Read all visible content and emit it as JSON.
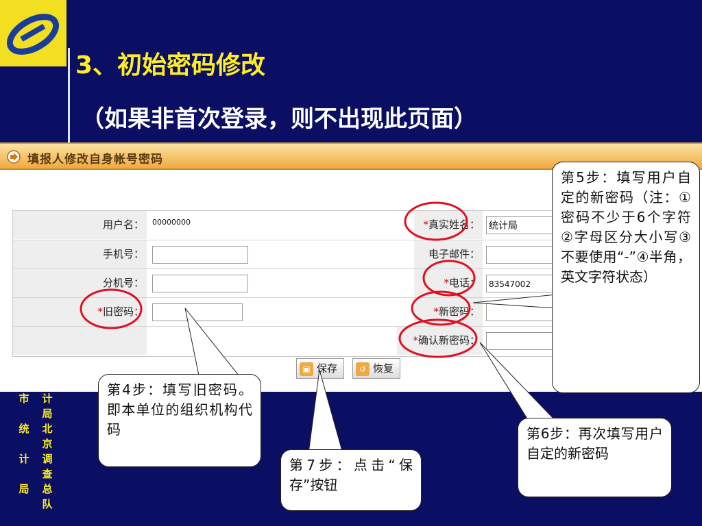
{
  "slide": {
    "title": "3、初始密码修改",
    "subtitle": "（如果非首次登录，则不出现此页面）",
    "side_text_col1": "计局北京调查总队",
    "side_text_col2": "市统计局"
  },
  "form": {
    "header_title": "填报人修改自身帐号密码",
    "labels": {
      "username": "用户名：",
      "mobile": "手机号：",
      "extension": "分机号：",
      "old_password": "旧密码：",
      "real_name": "真实姓名：",
      "email": "电子邮件：",
      "phone": "电话：",
      "new_password": "新密码：",
      "confirm_password": "确认新密码："
    },
    "required_mark": "*",
    "values": {
      "username": "00000000",
      "real_name": "统计局",
      "phone": "83547002"
    },
    "buttons": {
      "save": "保存",
      "restore": "恢复"
    }
  },
  "callouts": {
    "step5": "第5步：填写用户自定的新密码（注：①密码不少于6个字符②字母区分大小写③不要使用“-”④半角，英文字符状态）",
    "step4": "第4步：填写旧密码。即本单位的组织机构代码",
    "step7": "第7步：点击“保存”按钮",
    "step6": "第6步：再次填写用户自定的新密码"
  },
  "colors": {
    "background": "#0a0f63",
    "title": "#ffee22",
    "annotation": "#e01020",
    "header": "#f0a93e"
  }
}
